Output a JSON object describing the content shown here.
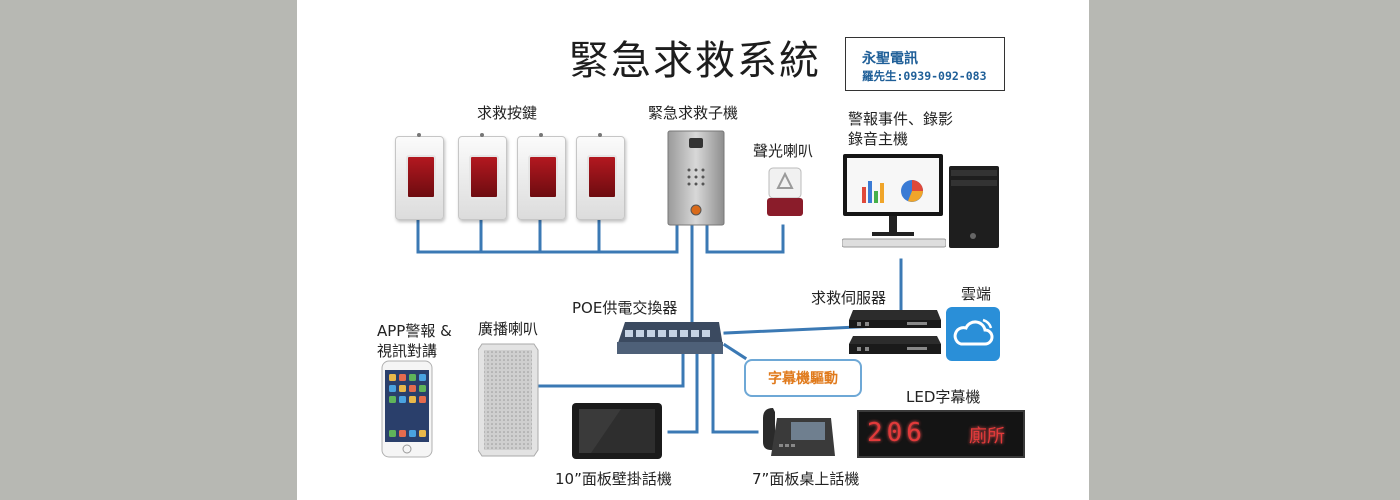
{
  "title": "緊急求救系統",
  "company": {
    "name": "永聖電訊",
    "contact": "羅先生:0939-092-083"
  },
  "labels": {
    "help_buttons": "求救按鍵",
    "emergency_unit": "緊急求救子機",
    "strobe_speaker": "聲光喇叭",
    "recorder_line1": "警報事件、錄影",
    "recorder_line2": "錄音主機",
    "poe_switch": "POE供電交換器",
    "help_server": "求救伺服器",
    "cloud": "雲端",
    "app_line1": "APP警報 &",
    "app_line2": "視訊對講",
    "broadcast_speaker": "廣播喇叭",
    "display_driver": "字幕機驅動",
    "led_display": "LED字幕機",
    "wall_panel": "10”面板壁掛話機",
    "desk_panel": "7”面板桌上話機"
  },
  "led": {
    "number": "206",
    "room": "廁所"
  },
  "colors": {
    "line": "#3b79b4",
    "accent": "#e07a1c",
    "company_text": "#1f5f98",
    "led_text": "#e23a3a",
    "background": "#b7b8b3"
  },
  "icons": [
    "help-button-icon",
    "emergency-intercom-icon",
    "strobe-siren-icon",
    "monitor-icon",
    "pc-tower-icon",
    "network-switch-icon",
    "server-icon",
    "cloud-icon",
    "smartphone-icon",
    "column-speaker-icon",
    "tablet-icon",
    "desk-phone-icon",
    "led-sign-icon"
  ]
}
